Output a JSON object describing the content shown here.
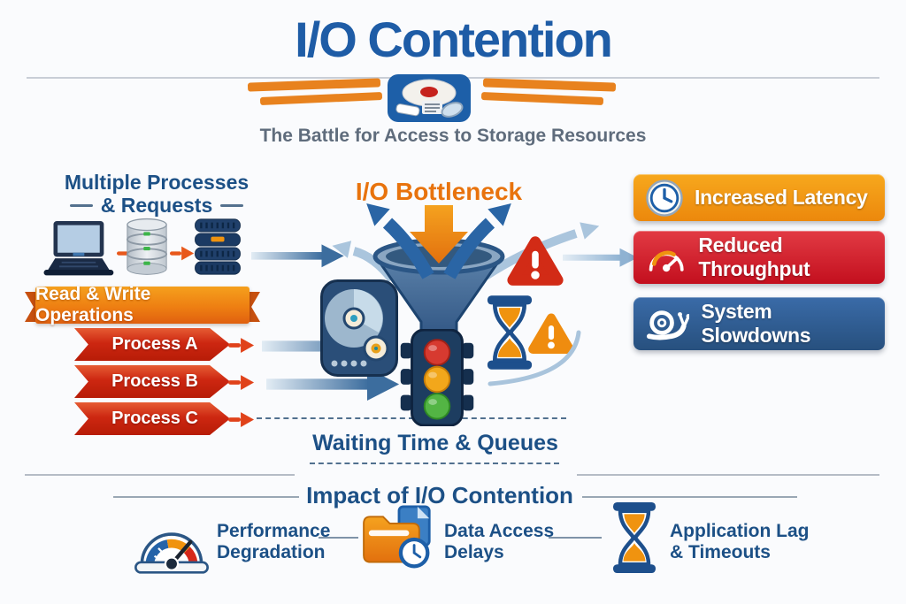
{
  "header": {
    "title": "I/O Contention",
    "subtitle": "The Battle for Access to Storage Resources",
    "logo_icon": "hard-disk-icon"
  },
  "left_panel": {
    "heading_line1": "Multiple Processes",
    "heading_line2": "& Requests",
    "flow_icons": [
      "laptop-icon",
      "database-icon",
      "storage-stack-icon"
    ],
    "ribbon_label": "Read & Write Operations",
    "processes": [
      {
        "label": "Process A"
      },
      {
        "label": "Process B"
      },
      {
        "label": "Process C"
      }
    ]
  },
  "center_panel": {
    "bottleneck_label": "I/O Bottleneck",
    "waiting_label": "Waiting Time & Queues",
    "icons": [
      "funnel-icon",
      "disk-drive-icon",
      "traffic-light-icon",
      "hourglass-icon",
      "warning-icon",
      "warning-icon"
    ]
  },
  "right_panel": {
    "badges": [
      {
        "label": "Increased Latency",
        "icon": "clock-icon",
        "color": "#ef9211"
      },
      {
        "label": "Reduced Throughput",
        "icon": "speedometer-icon",
        "color": "#cf1626"
      },
      {
        "label": "System Slowdowns",
        "icon": "snail-icon",
        "color": "#2d5c95"
      }
    ]
  },
  "impact_section": {
    "heading": "Impact of I/O Contention",
    "items": [
      {
        "line1": "Performance",
        "line2": "Degradation",
        "icon": "gauge-icon"
      },
      {
        "line1": "Data Access",
        "line2": "Delays",
        "icon": "folder-clock-icon"
      },
      {
        "line1": "Application Lag",
        "line2": "& Timeouts",
        "icon": "hourglass-icon"
      }
    ]
  },
  "colors": {
    "title_blue": "#1e5ca6",
    "heading_navy": "#1c5086",
    "accent_orange": "#e8730d",
    "process_red": "#cd2711",
    "subtitle_gray": "#5f6c7c"
  }
}
